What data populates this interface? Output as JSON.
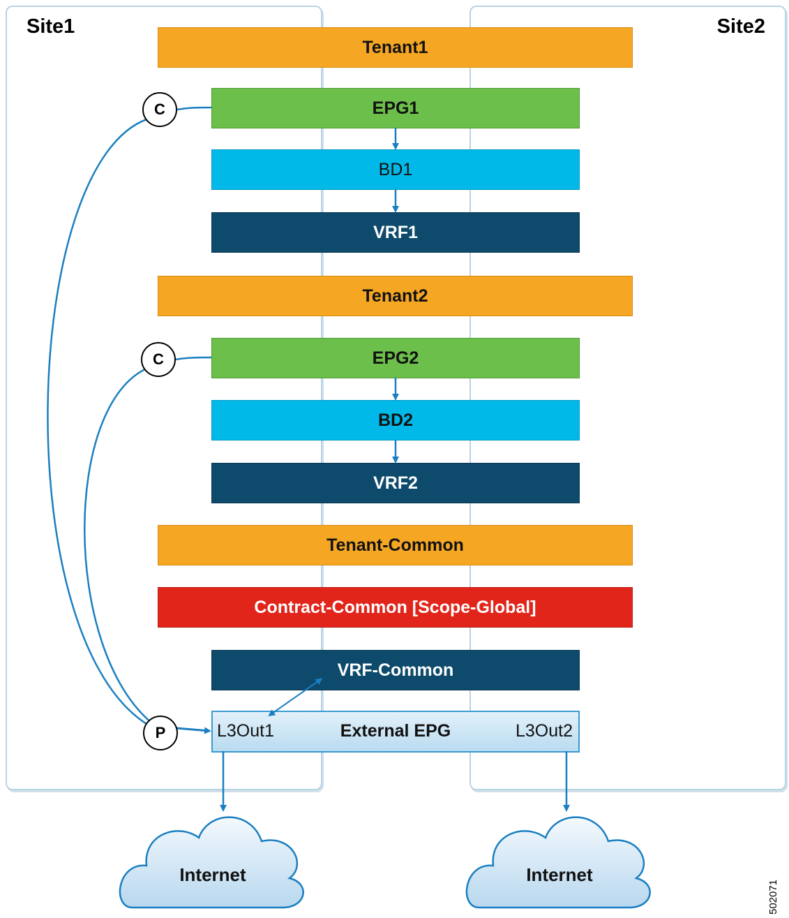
{
  "sites": {
    "site1": "Site1",
    "site2": "Site2"
  },
  "tenant1": {
    "tenant": "Tenant1",
    "epg": "EPG1",
    "bd": "BD1",
    "vrf": "VRF1"
  },
  "tenant2": {
    "tenant": "Tenant2",
    "epg": "EPG2",
    "bd": "BD2",
    "vrf": "VRF2"
  },
  "common": {
    "tenant": "Tenant-Common",
    "contract": "Contract-Common [Scope-Global]",
    "vrf": "VRF-Common"
  },
  "external": {
    "l3out1": "L3Out1",
    "label": "External EPG",
    "l3out2": "L3Out2"
  },
  "badges": {
    "consumer": "C",
    "provider": "P"
  },
  "clouds": {
    "left": "Internet",
    "right": "Internet"
  },
  "figure_id": "502071",
  "colors": {
    "tenant": "#f5a623",
    "epg": "#6cbf4a",
    "bd": "#00b9e8",
    "vrf": "#0d4a6b",
    "contract": "#e1251b",
    "connector": "#1a7fc1"
  }
}
